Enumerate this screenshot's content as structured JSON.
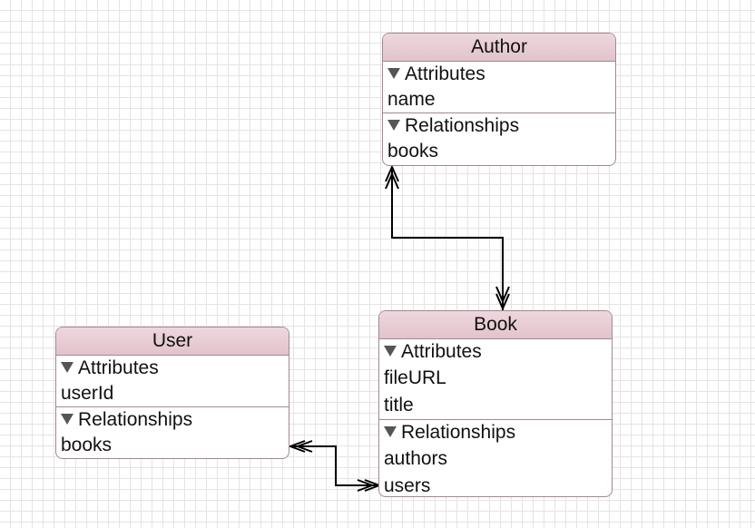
{
  "entities": {
    "author": {
      "name": "Author",
      "attributes_label": "Attributes",
      "attributes": [
        "name"
      ],
      "relationships_label": "Relationships",
      "relationships": [
        "books"
      ]
    },
    "user": {
      "name": "User",
      "attributes_label": "Attributes",
      "attributes": [
        "userId"
      ],
      "relationships_label": "Relationships",
      "relationships": [
        "books"
      ]
    },
    "book": {
      "name": "Book",
      "attributes_label": "Attributes",
      "attributes": [
        "fileURL",
        "title"
      ],
      "relationships_label": "Relationships",
      "relationships": [
        "authors",
        "users"
      ]
    }
  },
  "relationships": [
    {
      "from": "Author",
      "to": "Book",
      "type": "many-to-many"
    },
    {
      "from": "User",
      "to": "Book",
      "type": "many-to-many"
    }
  ],
  "colors": {
    "header": "#e2c3cc",
    "border": "#a08a92",
    "grid": "#e4e4e4",
    "line": "#000000"
  }
}
